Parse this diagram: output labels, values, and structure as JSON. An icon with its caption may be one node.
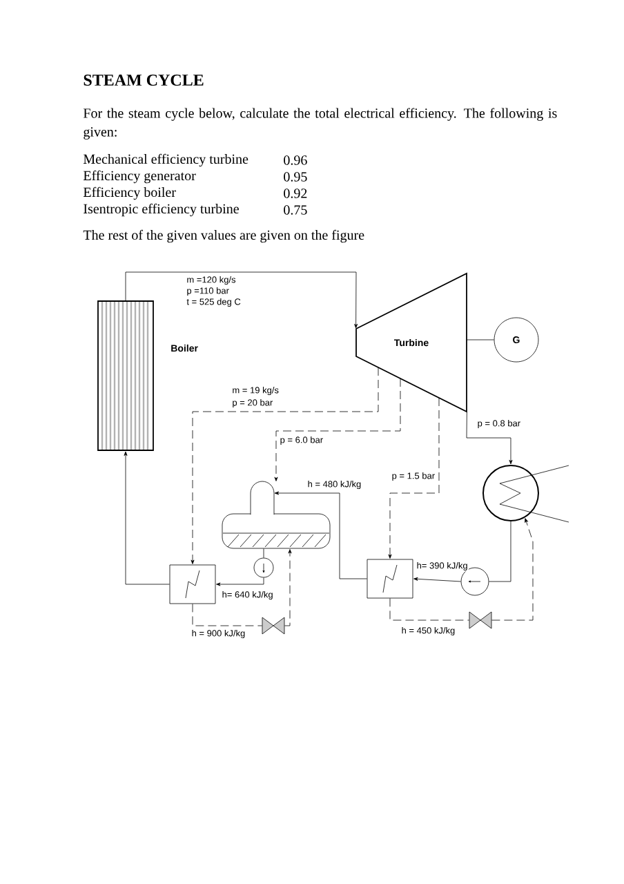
{
  "diagram": {
    "title": "STEAM CYCLE",
    "nodes": [
      {
        "text": [
          "Boiler"
        ]
      },
      {
        "text": [
          "Turbine"
        ]
      },
      {
        "text": [
          "G"
        ]
      },
      {
        "text": [],
        "shape": "circle"
      },
      {
        "text": [],
        "shape": "circle"
      },
      {
        "text": [],
        "shape": "circle"
      },
      {
        "text": [],
        "shape": "tank"
      },
      {
        "text": [],
        "shape": "box"
      },
      {
        "text": [],
        "shape": "box"
      },
      {
        "text": [],
        "shape": "valve"
      },
      {
        "text": [],
        "shape": "valve"
      }
    ],
    "edges": [
      {
        "from": 0,
        "to": 1,
        "arrow": "to"
      },
      {
        "from": 1,
        "to": 2,
        "arrow": "none"
      },
      {
        "from": 1,
        "to": 7,
        "arrow": "to",
        "style": "dashed"
      },
      {
        "from": 1,
        "to": 6,
        "arrow": "to",
        "style": "dashed",
        "label": "p = 6.0 bar"
      },
      {
        "from": 1,
        "to": 8,
        "arrow": "to",
        "style": "dashed",
        "label": "p = 1.5 bar"
      },
      {
        "from": 1,
        "to": 5,
        "arrow": "to",
        "label": "p = 0.8 bar"
      },
      {
        "from": 5,
        "to": 4,
        "arrow": "none"
      },
      {
        "from": 4,
        "to": 8,
        "arrow": "to",
        "label": "h= 390 kJ/kg"
      },
      {
        "from": 8,
        "to": 6,
        "arrow": "to",
        "label": "h = 480 kJ/kg"
      },
      {
        "from": 6,
        "to": 3,
        "arrow": "none"
      },
      {
        "from": 3,
        "to": 7,
        "arrow": "to",
        "label": "h= 640 kJ/kg"
      },
      {
        "from": 7,
        "to": 0,
        "arrow": "to"
      },
      {
        "from": 7,
        "to": 9,
        "arrow": "none",
        "style": "dashed",
        "label": "h = 900 kJ/kg"
      },
      {
        "from": 9,
        "to": 6,
        "arrow": "to",
        "style": "dashed"
      },
      {
        "from": 8,
        "to": 10,
        "arrow": "none",
        "style": "dashed",
        "label": "h = 450 kJ/kg"
      },
      {
        "from": 10,
        "to": 5,
        "arrow": "to",
        "style": "dashed"
      }
    ],
    "labels": [
      "For the steam cycle below, calculate the total electrical efficiency. The following is given:",
      "Mechanical efficiency turbine",
      "0.96",
      "Efficiency generator",
      "0.95",
      "Efficiency boiler",
      "0.92",
      "Isentropic efficiency turbine",
      "0.75",
      "The rest of the given values are given on the figure",
      "m =120 kg/s",
      "p =110 bar",
      "t = 525 deg C",
      "m = 19 kg/s",
      "p = 20 bar"
    ]
  }
}
